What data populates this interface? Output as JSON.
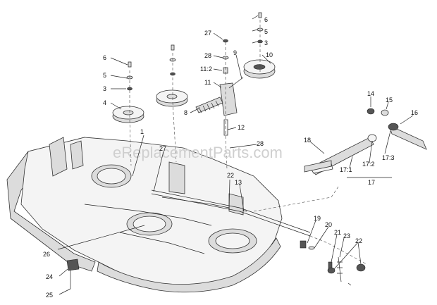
{
  "watermark": "eReplacementParts.com",
  "callouts": [
    {
      "id": "c6a",
      "label": "6"
    },
    {
      "id": "c5a",
      "label": "5"
    },
    {
      "id": "c3a",
      "label": "3"
    },
    {
      "id": "c27a",
      "label": "27"
    },
    {
      "id": "c28a",
      "label": "28"
    },
    {
      "id": "c9",
      "label": "9"
    },
    {
      "id": "c10",
      "label": "10"
    },
    {
      "id": "c112",
      "label": "11:2"
    },
    {
      "id": "c11",
      "label": "11"
    },
    {
      "id": "c8",
      "label": "8"
    },
    {
      "id": "c6b",
      "label": "6"
    },
    {
      "id": "c5b",
      "label": "5"
    },
    {
      "id": "c3b",
      "label": "3"
    },
    {
      "id": "c4",
      "label": "4"
    },
    {
      "id": "c12",
      "label": "12"
    },
    {
      "id": "c1",
      "label": "1"
    },
    {
      "id": "c27b",
      "label": "27"
    },
    {
      "id": "c28b",
      "label": "28"
    },
    {
      "id": "c14",
      "label": "14"
    },
    {
      "id": "c15",
      "label": "15"
    },
    {
      "id": "c16",
      "label": "16"
    },
    {
      "id": "c18",
      "label": "18"
    },
    {
      "id": "c173",
      "label": "17:3"
    },
    {
      "id": "c172",
      "label": "17:2"
    },
    {
      "id": "c171",
      "label": "17:1"
    },
    {
      "id": "c17",
      "label": "17"
    },
    {
      "id": "c22a",
      "label": "22"
    },
    {
      "id": "c13",
      "label": "13"
    },
    {
      "id": "c19",
      "label": "19"
    },
    {
      "id": "c20",
      "label": "20"
    },
    {
      "id": "c21",
      "label": "21"
    },
    {
      "id": "c23",
      "label": "23"
    },
    {
      "id": "c22b",
      "label": "22"
    },
    {
      "id": "c26",
      "label": "26"
    },
    {
      "id": "c24",
      "label": "24"
    },
    {
      "id": "c25",
      "label": "25"
    }
  ]
}
